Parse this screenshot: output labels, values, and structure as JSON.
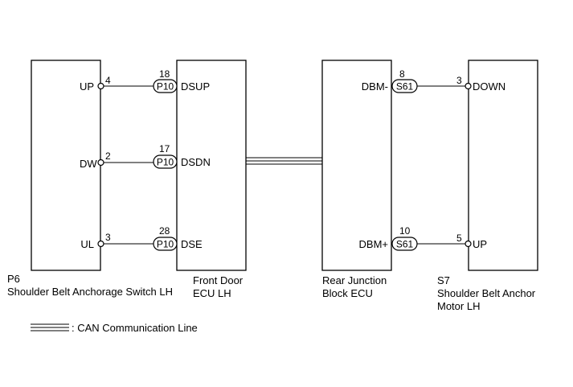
{
  "components": {
    "p6": {
      "id": "P6",
      "name": "Shoulder Belt Anchorage Switch LH"
    },
    "front_door": {
      "line1": "Front Door",
      "line2": "ECU LH"
    },
    "rear_junction": {
      "line1": "Rear Junction",
      "line2": "Block ECU"
    },
    "s7": {
      "id": "S7",
      "line1": "Shoulder Belt Anchor",
      "line2": "Motor LH"
    }
  },
  "wires_left": [
    {
      "pin_label": "UP",
      "pin_num": "4",
      "ecu_pin_num": "18",
      "connector": "P10",
      "ecu_label": "DSUP"
    },
    {
      "pin_label": "DW",
      "pin_num": "2",
      "ecu_pin_num": "17",
      "connector": "P10",
      "ecu_label": "DSDN"
    },
    {
      "pin_label": "UL",
      "pin_num": "3",
      "ecu_pin_num": "28",
      "connector": "P10",
      "ecu_label": "DSE"
    }
  ],
  "wires_right": [
    {
      "ecu_label": "DBM-",
      "ecu_pin_num": "8",
      "connector": "S61",
      "motor_pin_num": "3",
      "motor_label": "DOWN"
    },
    {
      "ecu_label": "DBM+",
      "ecu_pin_num": "10",
      "connector": "S61",
      "motor_pin_num": "5",
      "motor_label": "UP"
    }
  ],
  "legend": {
    "label": ": CAN Communication Line"
  }
}
